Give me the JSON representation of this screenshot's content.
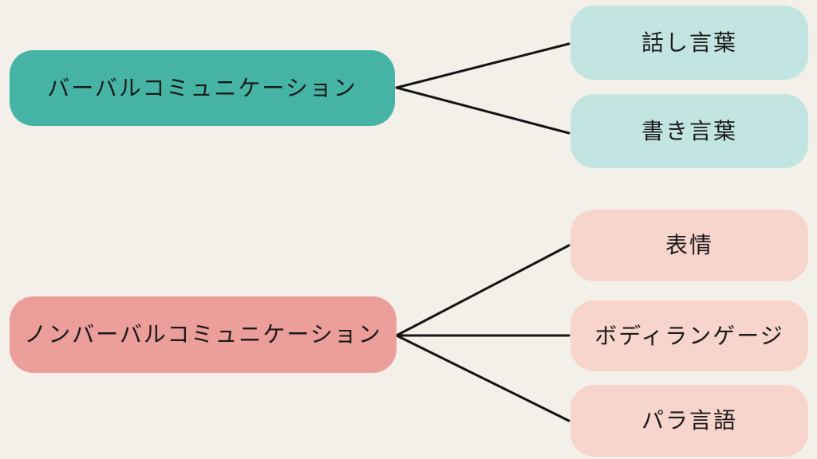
{
  "colors": {
    "background": "#f3f0e9",
    "root_teal": "#45b4a4",
    "child_teal": "#c2e5e1",
    "root_pink": "#ec9e9a",
    "child_pink": "#f7d4cc",
    "line": "#141414",
    "text": "#1a1a1a"
  },
  "diagram": {
    "type": "tree",
    "groups": [
      {
        "id": "verbal",
        "root": {
          "label": "バーバルコミュニケーション",
          "color": "#45b4a4"
        },
        "children": [
          {
            "label": "話し言葉",
            "color": "#c2e5e1"
          },
          {
            "label": "書き言葉",
            "color": "#c2e5e1"
          }
        ]
      },
      {
        "id": "nonverbal",
        "root": {
          "label": "ノンバーバルコミュニケーション",
          "color": "#ec9e9a"
        },
        "children": [
          {
            "label": "表情",
            "color": "#f7d4cc"
          },
          {
            "label": "ボディランゲージ",
            "color": "#f7d4cc"
          },
          {
            "label": "パラ言語",
            "color": "#f7d4cc"
          }
        ]
      }
    ]
  }
}
